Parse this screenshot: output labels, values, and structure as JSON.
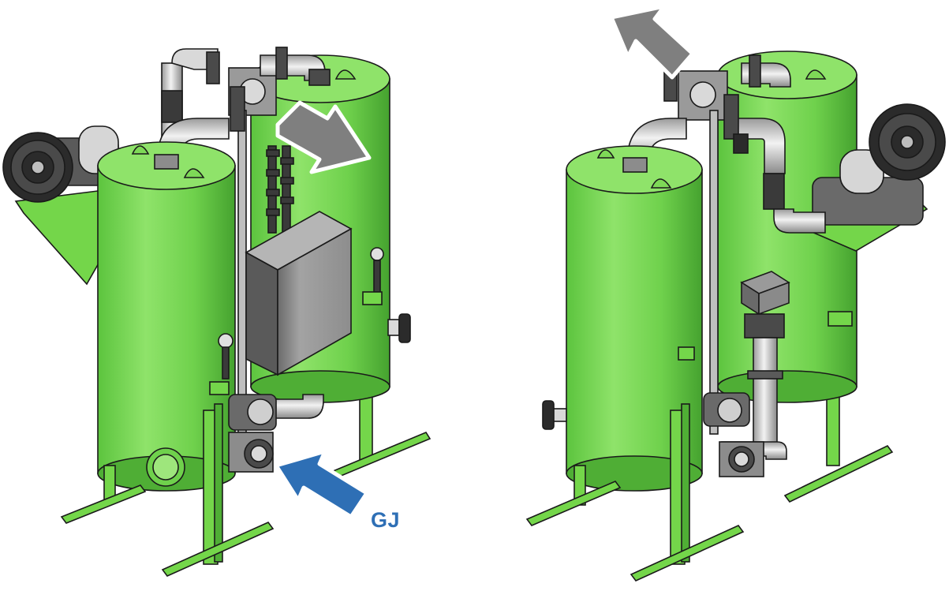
{
  "labels": {
    "inlet": "GJ"
  },
  "colors": {
    "vessel": "#7ed957",
    "vessel_shade": "#4fae35",
    "vessel_highlight": "#b8f0a0",
    "frame": "#74d64a",
    "pipe": "#d9d9d9",
    "pipe_dark": "#8c8c8c",
    "metal_dark": "#3a3a3a",
    "cabinet": "#8a8a8a",
    "outline": "#1a1a1a",
    "arrow_gray": "#7f7f7f",
    "arrow_blue": "#2e6fb5"
  },
  "icons": {
    "left_unit": "adsorption-dryer-front-view",
    "right_unit": "adsorption-dryer-rear-view",
    "blower": "side-channel-blower-icon",
    "control_box": "electrical-cabinet-icon"
  },
  "arrows": [
    {
      "name": "outlet-arrow-left-unit",
      "direction": "down-right",
      "color_key": "arrow_gray"
    },
    {
      "name": "outlet-arrow-right-unit",
      "direction": "up-left",
      "color_key": "arrow_gray"
    },
    {
      "name": "inlet-arrow-gj",
      "direction": "up-left",
      "color_key": "arrow_blue"
    }
  ]
}
